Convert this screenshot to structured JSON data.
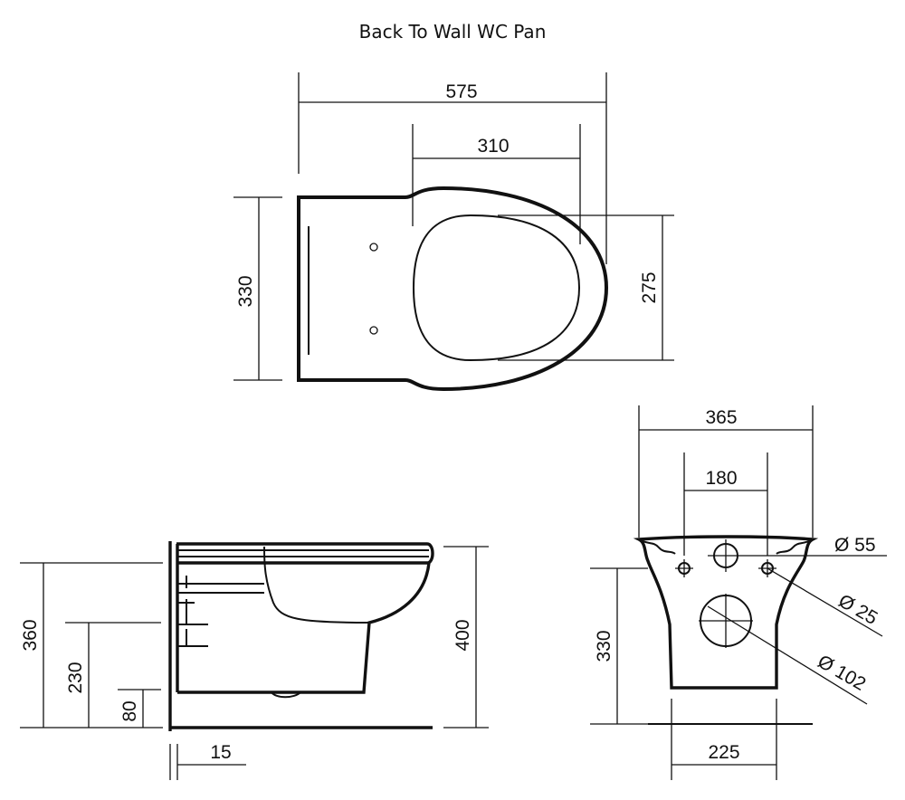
{
  "title": "Back To Wall WC Pan",
  "colors": {
    "line": "#111111",
    "background": "#ffffff"
  },
  "top_view": {
    "overall_length": "575",
    "bowl_length": "310",
    "width": "330",
    "seat_width": "275"
  },
  "side_view": {
    "height_front": "400",
    "height_back": "360",
    "waste_height": "230",
    "inlet_height": "80",
    "wall_gap": "15"
  },
  "rear_view": {
    "overall_width": "365",
    "fixing_centres": "180",
    "height": "330",
    "base_width": "225",
    "inlet_diameter": "Ø 55",
    "fixing_diameter": "Ø 25",
    "outlet_diameter": "Ø 102"
  }
}
